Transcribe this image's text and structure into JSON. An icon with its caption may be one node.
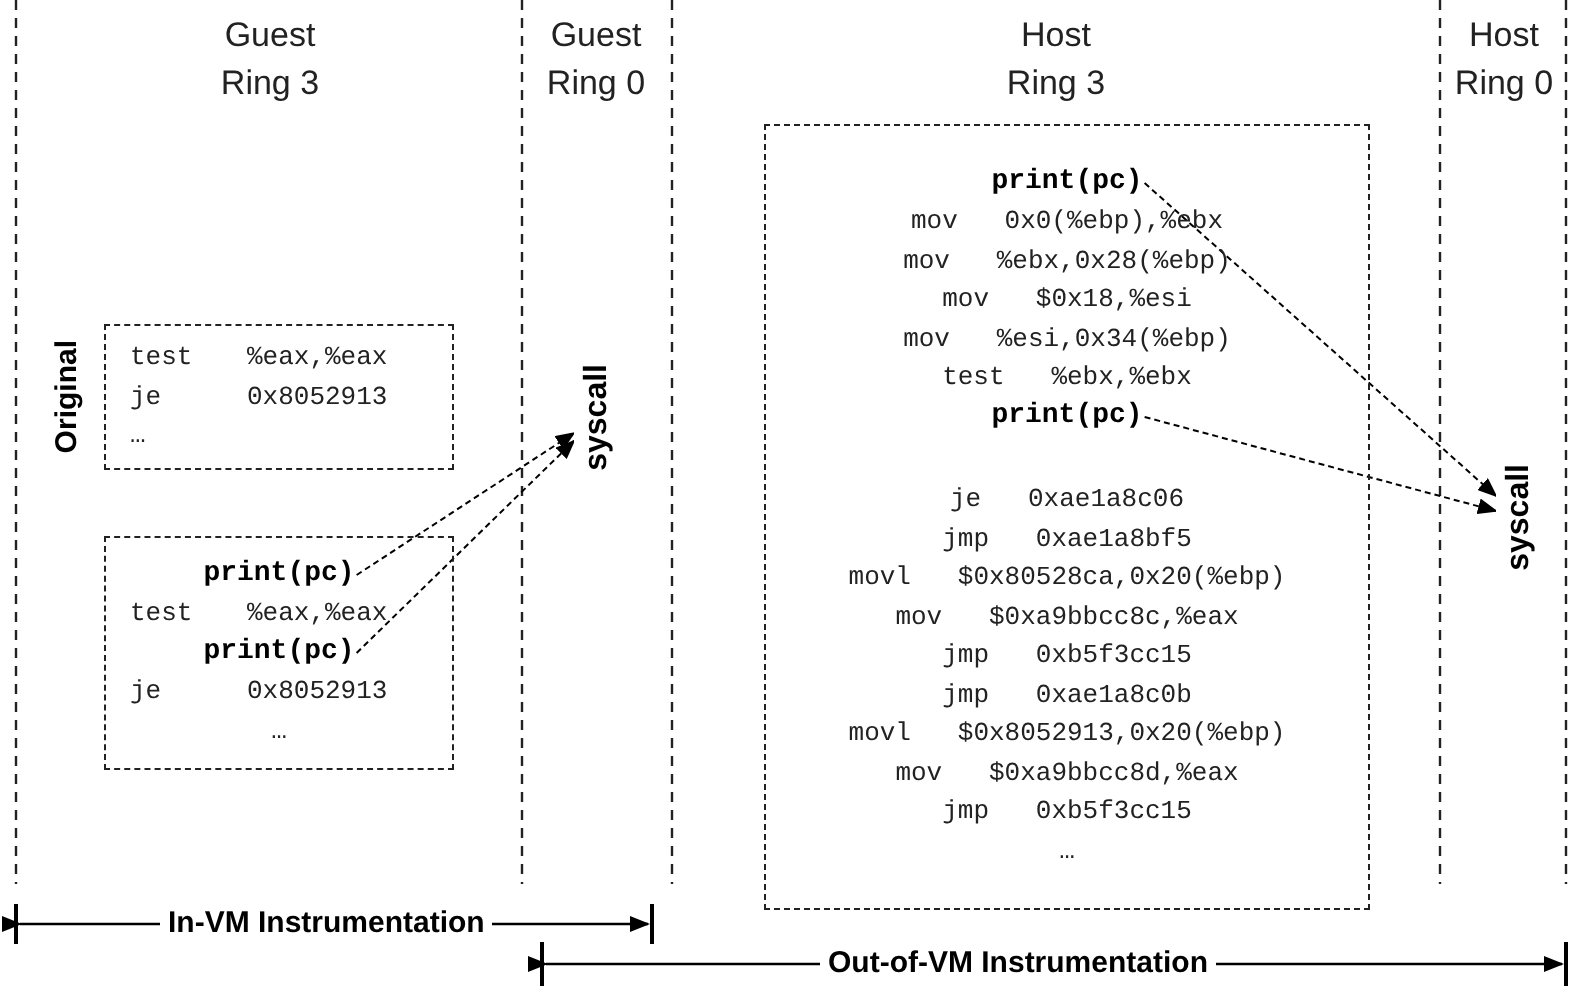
{
  "diagram": {
    "nodes": [
      {
        "text": [
          "Original",
          "test %eax,%eax",
          "je 0x8052913",
          "…"
        ]
      },
      {
        "text": [
          "test %eax,%eax",
          "je 0x8052913",
          "…"
        ]
      },
      {
        "text": [
          "print(pc)"
        ],
        "in": 1
      },
      {
        "text": [
          "print(pc)"
        ],
        "in": 1
      },
      {
        "text": [
          "syscall"
        ]
      },
      {
        "text": [
          "mov 0x0(%ebp),%ebx",
          "mov %ebx,0x28(%ebp)",
          "mov $0x18,%esi",
          "mov %esi,0x34(%ebp)",
          "test %ebx,%ebx",
          "je 0xae1a8c06",
          "jmp 0xae1a8bf5",
          "movl $0x80528ca,0x20(%ebp)",
          "mov $0xa9bbcc8c,%eax",
          "jmp 0xb5f3cc15",
          "jmp 0xae1a8c0b",
          "movl $0x8052913,0x20(%ebp)",
          "mov $0xa9bbcc8d,%eax",
          "jmp 0xb5f3cc15",
          "…"
        ]
      },
      {
        "text": [
          "print(pc)"
        ],
        "in": 5
      },
      {
        "text": [
          "print(pc)"
        ],
        "in": 5
      },
      {
        "text": [
          "syscall"
        ]
      }
    ],
    "edges": [
      {
        "from": 2,
        "to": 4,
        "arrow": "to",
        "style": "dashed"
      },
      {
        "from": 3,
        "to": 4,
        "arrow": "to",
        "style": "dashed"
      },
      {
        "from": 6,
        "to": 8,
        "arrow": "to",
        "style": "dashed"
      },
      {
        "from": 7,
        "to": 8,
        "arrow": "to",
        "style": "dashed"
      }
    ],
    "labels": [
      "Guest Ring 3",
      "Guest Ring 0",
      "Host Ring 3",
      "Host Ring 0",
      "In-VM Instrumentation",
      "Out-of-VM Instrumentation"
    ]
  }
}
